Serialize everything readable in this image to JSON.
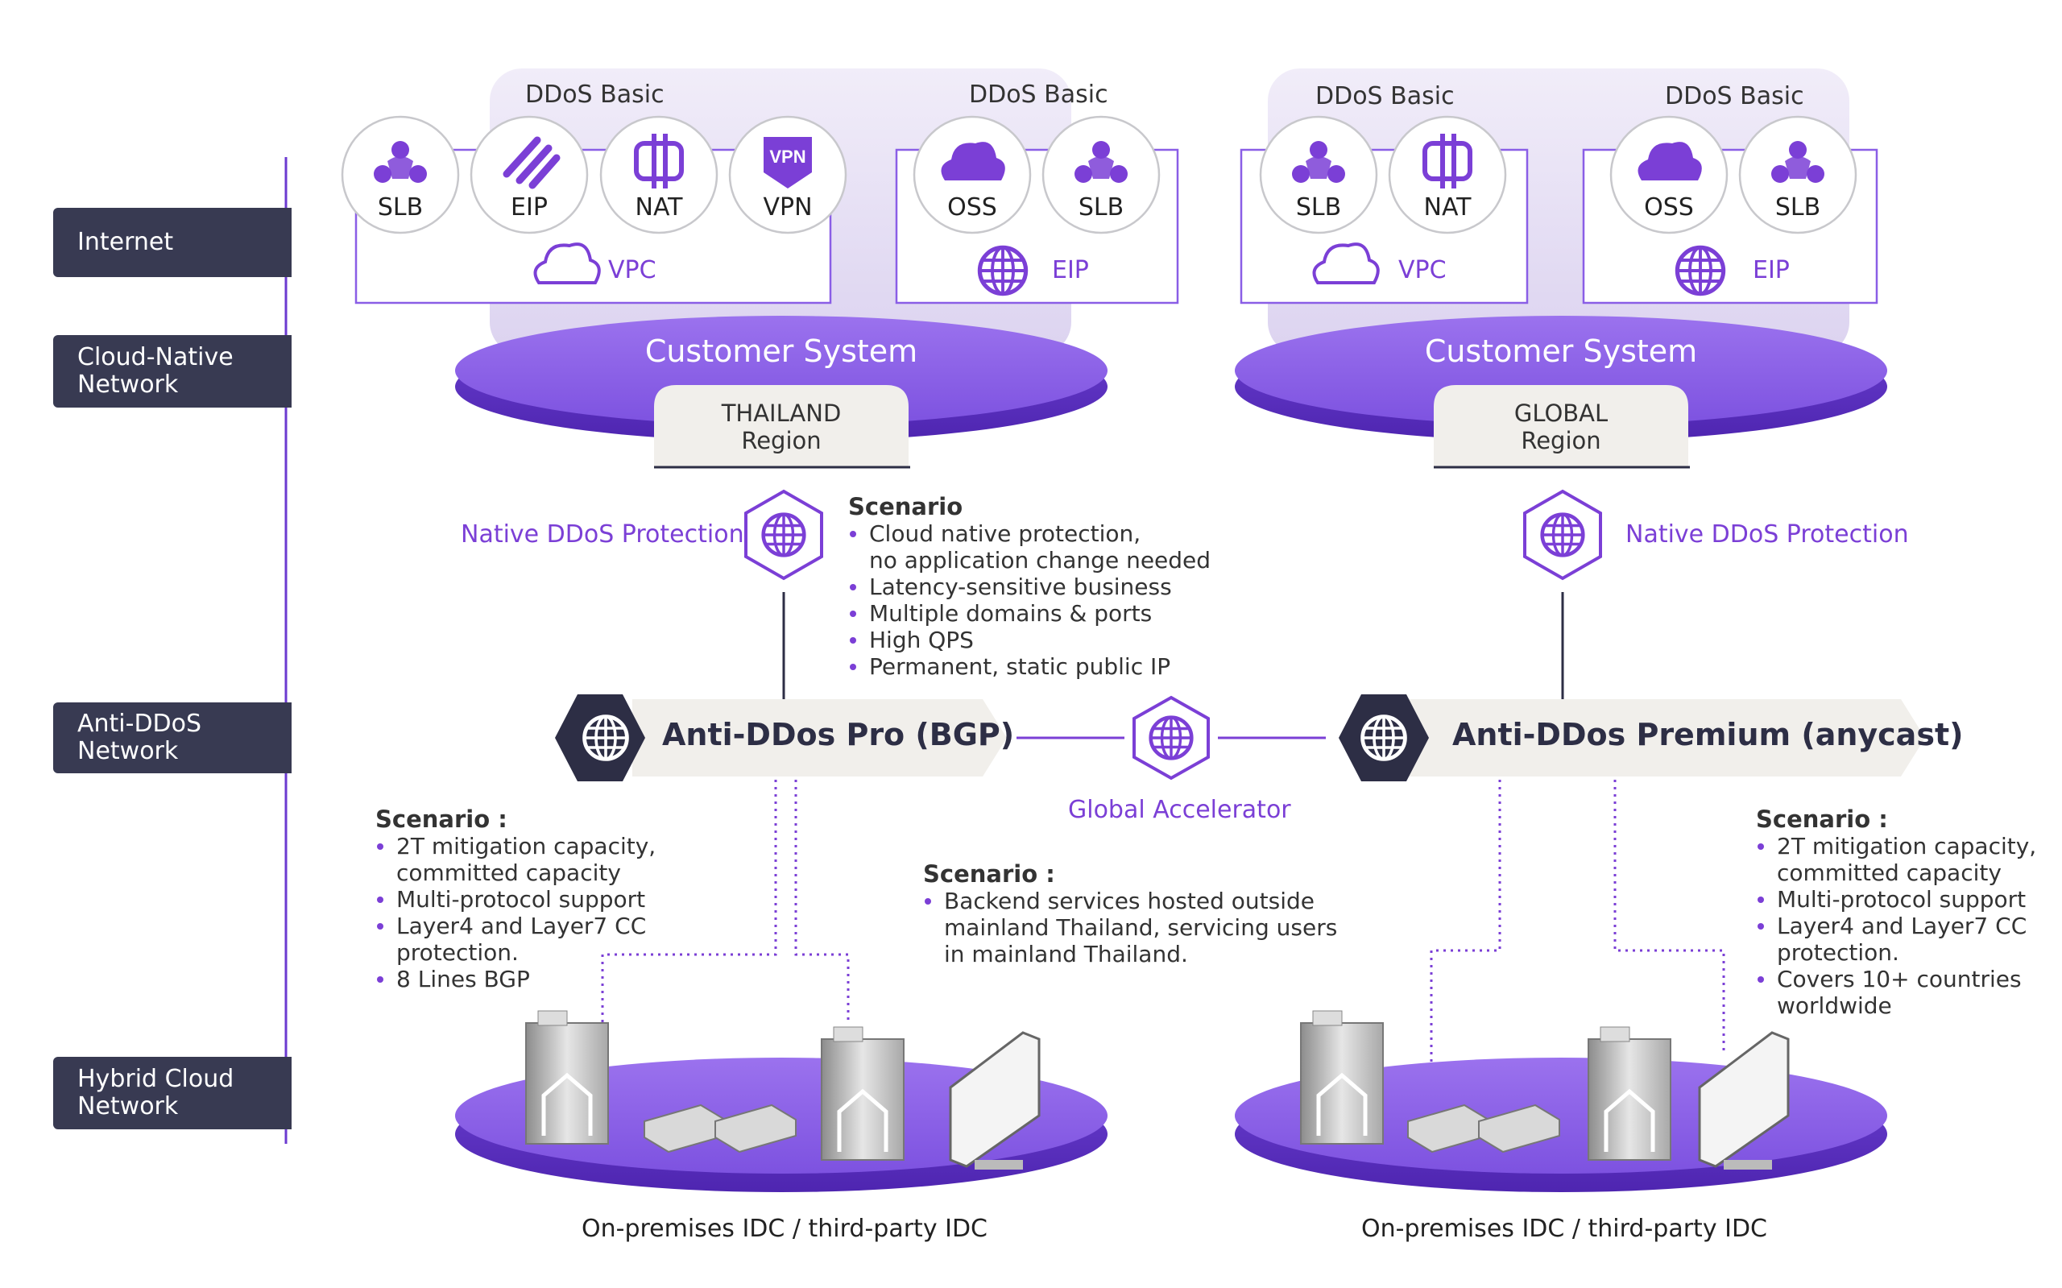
{
  "layers": {
    "internet": "Internet",
    "cloud_native": "Cloud-Native\nNetwork",
    "anti_ddos": "Anti-DDoS\nNetwork",
    "hybrid": "Hybrid Cloud\nNetwork"
  },
  "left": {
    "group1": {
      "title": "DDoS Basic",
      "icons": [
        "SLB",
        "EIP",
        "NAT",
        "VPN"
      ],
      "footer": "VPC"
    },
    "group2": {
      "title": "DDoS Basic",
      "icons": [
        "OSS",
        "SLB"
      ],
      "footer": "EIP"
    },
    "customer_system": "Customer System",
    "region": "THAILAND\nRegion",
    "native_protection": "Native DDoS Protection",
    "scenario": {
      "title": "Scenario",
      "items": [
        "Cloud native protection,\nno application change needed",
        "Latency-sensitive business",
        "Multiple domains & ports",
        "High QPS",
        "Permanent, static public IP"
      ]
    },
    "anti_ddos_title": "Anti-DDos Pro (BGP)",
    "scenario2": {
      "title": "Scenario :",
      "items": [
        "2T mitigation capacity,\ncommitted capacity",
        "Multi-protocol support",
        "Layer4 and Layer7 CC\nprotection.",
        "8 Lines BGP"
      ]
    },
    "idc": "On-premises IDC / third-party IDC"
  },
  "middle": {
    "global_accelerator": "Global Accelerator",
    "scenario": {
      "title": "Scenario :",
      "items": [
        "Backend services hosted outside\nmainland Thailand, servicing users\nin mainland Thailand."
      ]
    }
  },
  "right": {
    "group1": {
      "title": "DDoS Basic",
      "icons": [
        "SLB",
        "NAT"
      ],
      "footer": "VPC"
    },
    "group2": {
      "title": "DDoS Basic",
      "icons": [
        "OSS",
        "SLB"
      ],
      "footer": "EIP"
    },
    "customer_system": "Customer System",
    "region": "GLOBAL\nRegion",
    "native_protection": "Native DDoS Protection",
    "anti_ddos_title": "Anti-DDos Premium (anycast)",
    "scenario": {
      "title": "Scenario :",
      "items": [
        "2T mitigation capacity,\ncommitted capacity",
        "Multi-protocol support",
        "Layer4 and Layer7 CC\nprotection.",
        "Covers 10+ countries\nworldwide"
      ]
    },
    "idc": "On-premises IDC / third-party IDC"
  },
  "colors": {
    "accent": "#7b3fd6",
    "dark": "#383a52",
    "disc": "#8a5ee6",
    "lavender": "#ece7f7"
  }
}
